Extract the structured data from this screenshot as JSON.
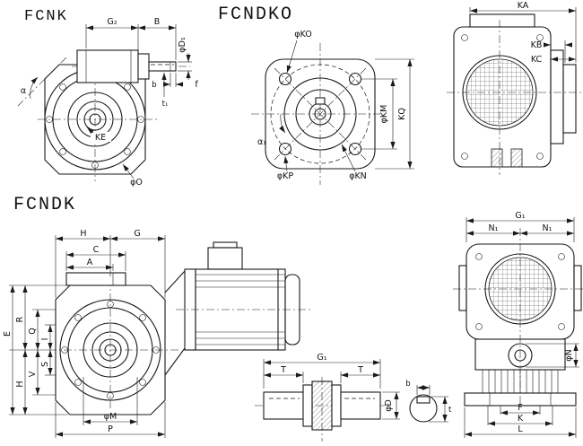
{
  "drawing": {
    "background": "#ffffff",
    "line_color": "#1a1a1a",
    "views": {
      "fcnk": {
        "title": "FCNK",
        "labels": {
          "g2": "G₂",
          "b_len": "B",
          "d1": "φD₁",
          "f": "f",
          "key_b": "b",
          "key_t1": "t₁",
          "alpha": "α",
          "ke": "KE",
          "o": "φO"
        }
      },
      "fcndko": {
        "title": "FCNDKO",
        "labels": {
          "ko": "φKO",
          "km": "φKM",
          "kq": "KQ",
          "alpha1": "α₁",
          "kp": "φKP",
          "kn": "φKN"
        }
      },
      "side_view": {
        "labels": {
          "ka": "KA",
          "kb": "KB",
          "kc": "KC"
        }
      },
      "fcndk": {
        "title": "FCNDK",
        "labels": {
          "h_top": "H",
          "g": "G",
          "c": "C",
          "a": "A",
          "e": "E",
          "r": "R",
          "q": "Q",
          "i": "I",
          "h_left": "H",
          "v": "V",
          "s": "S",
          "m": "φM",
          "p": "P"
        }
      },
      "output_shaft": {
        "labels": {
          "g1": "G₁",
          "t_left": "T",
          "t_right": "T",
          "d": "φD",
          "key_b": "b",
          "key_t": "t"
        }
      },
      "rear_view": {
        "labels": {
          "g1": "G₁",
          "n1_left": "N₁",
          "n1_right": "N₁",
          "n": "φN",
          "f": "F",
          "k": "K",
          "l": "L"
        }
      }
    }
  }
}
